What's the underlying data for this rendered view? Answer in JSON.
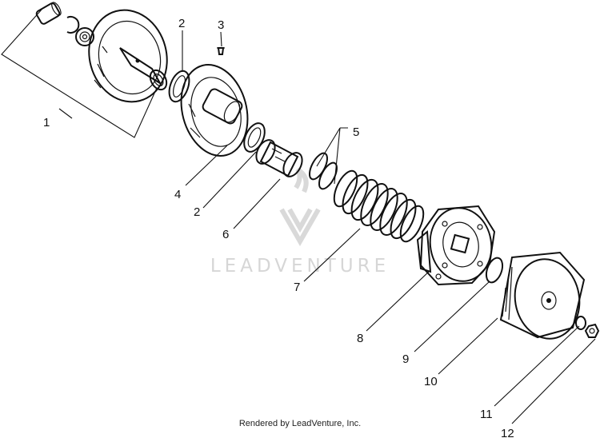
{
  "callouts": [
    {
      "id": "1",
      "text": "1"
    },
    {
      "id": "2a",
      "text": "2"
    },
    {
      "id": "3",
      "text": "3"
    },
    {
      "id": "4",
      "text": "4"
    },
    {
      "id": "2b",
      "text": "2"
    },
    {
      "id": "5",
      "text": "5"
    },
    {
      "id": "6",
      "text": "6"
    },
    {
      "id": "7",
      "text": "7"
    },
    {
      "id": "8",
      "text": "8"
    },
    {
      "id": "9",
      "text": "9"
    },
    {
      "id": "10",
      "text": "10"
    },
    {
      "id": "11",
      "text": "11"
    },
    {
      "id": "12",
      "text": "12"
    }
  ],
  "watermark": {
    "text": "LEADVENTURE"
  },
  "footer": {
    "credit": "Rendered by LeadVenture, Inc."
  }
}
